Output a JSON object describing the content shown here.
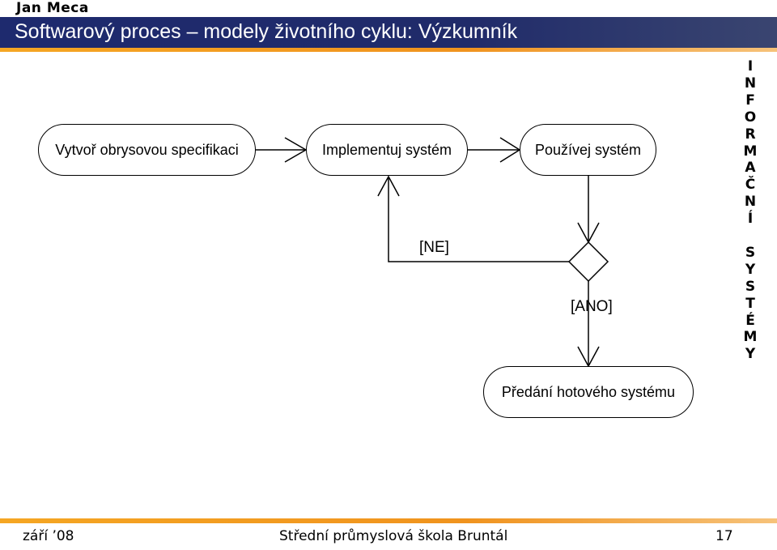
{
  "header": {
    "author": "Jan Meca",
    "title": "Softwarový proces – modely životního cyklu: Výzkumník"
  },
  "sidebar": {
    "words": [
      [
        "I",
        "N",
        "F",
        "O",
        "R",
        "M",
        "A",
        "Č",
        "N",
        "Í"
      ],
      [
        "S",
        "Y",
        "S",
        "T",
        "É",
        "M",
        "Y"
      ]
    ]
  },
  "diagram": {
    "nodes": {
      "spec": "Vytvoř obrysovou specifikaci",
      "implement": "Implementuj systém",
      "use": "Používej systém",
      "deliver": "Předání hotového systému"
    },
    "guards": {
      "no": "[NE]",
      "yes": "[ANO]"
    }
  },
  "footer": {
    "date": "září ’08",
    "school": "Střední průmyslová škola Bruntál",
    "page": "17"
  },
  "colors": {
    "title_bar": "#1e2a6e",
    "accent_line": "#f0931e",
    "text": "#000000"
  }
}
